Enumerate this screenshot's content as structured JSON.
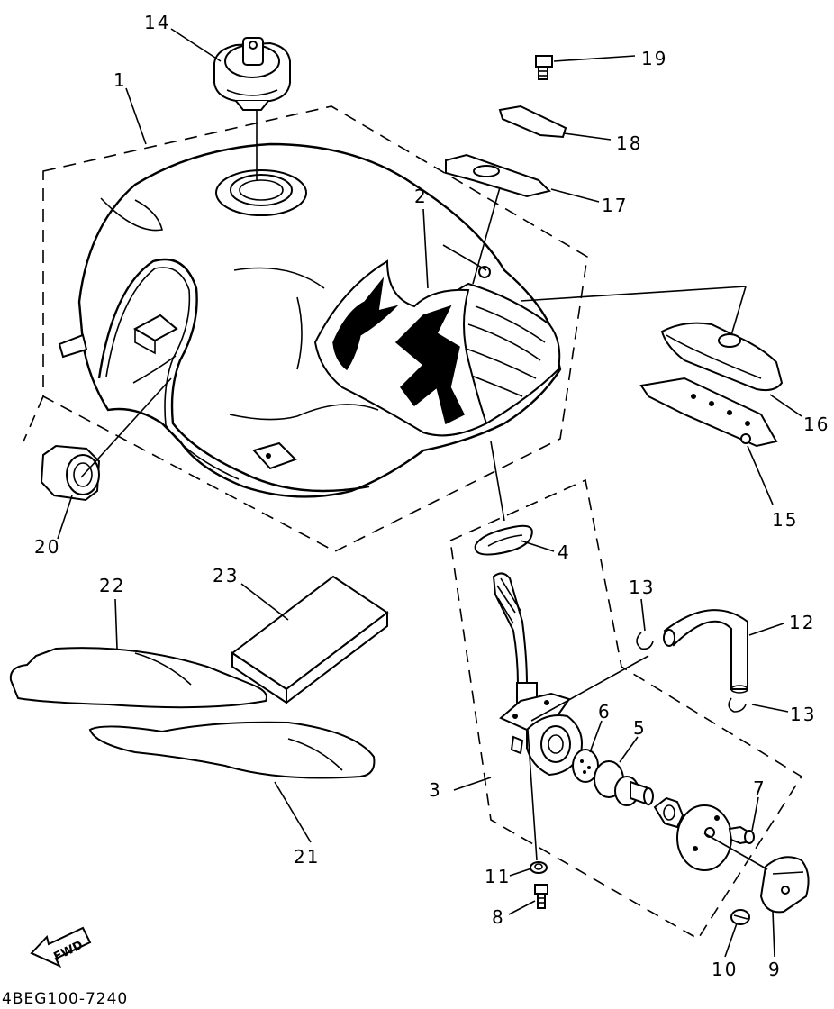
{
  "diagram_code": "4BEG100-7240",
  "fwd_label": "FWD",
  "callouts": {
    "c1": "1",
    "c2": "2",
    "c3": "3",
    "c4": "4",
    "c5": "5",
    "c6": "6",
    "c7": "7",
    "c8": "8",
    "c9": "9",
    "c10": "10",
    "c11": "11",
    "c12": "12",
    "c13a": "13",
    "c13b": "13",
    "c14": "14",
    "c15": "15",
    "c16": "16",
    "c17": "17",
    "c18": "18",
    "c19": "19",
    "c20": "20",
    "c21": "21",
    "c22": "22",
    "c23": "23"
  }
}
